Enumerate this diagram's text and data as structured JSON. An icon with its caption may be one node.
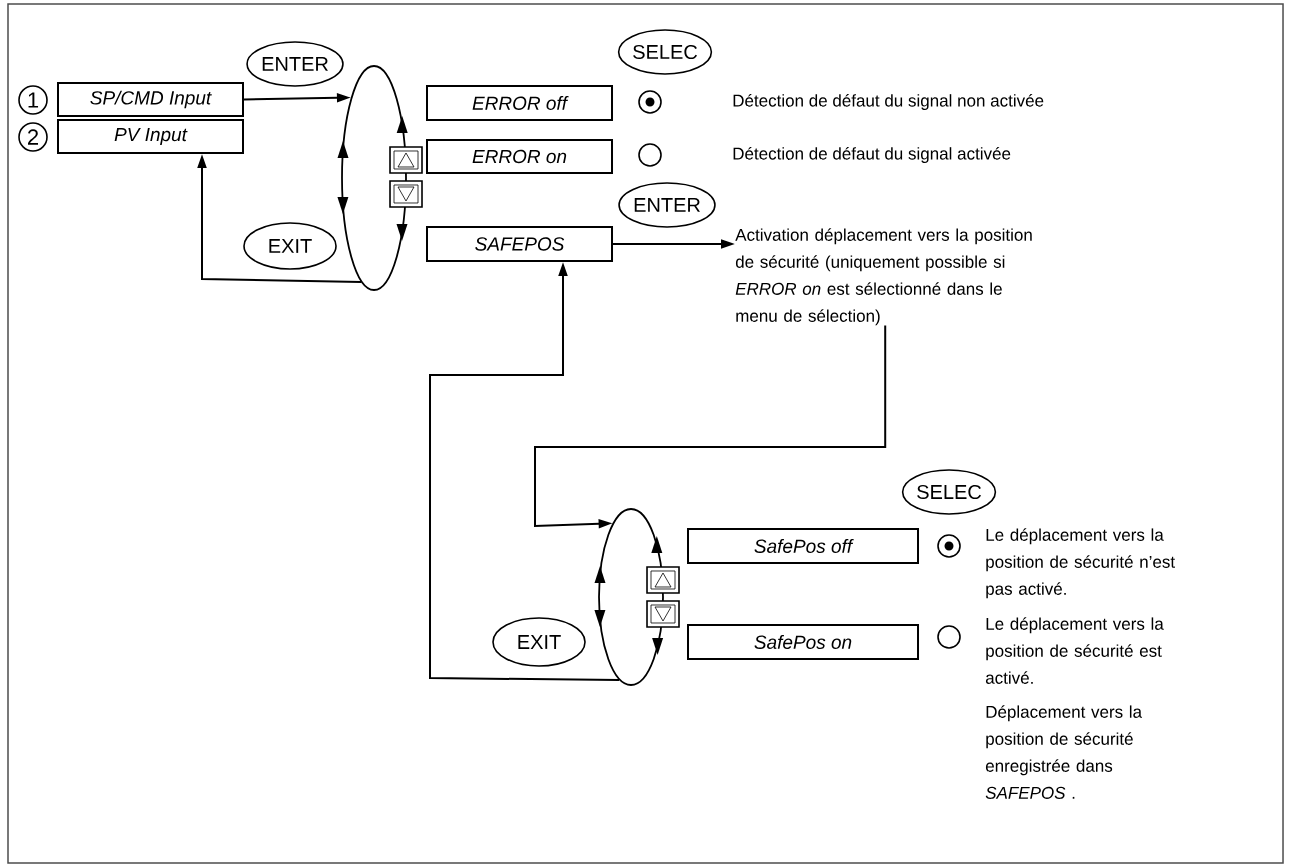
{
  "diagram": {
    "nodes": [
      {
        "text": [
          "1"
        ]
      },
      {
        "text": [
          "SP/CMD Input"
        ]
      },
      {
        "text": [
          "2"
        ]
      },
      {
        "text": [
          "PV Input"
        ]
      },
      {
        "text": [
          "ENTER"
        ]
      },
      {
        "text": [],
        "shape": "ellipse"
      },
      {
        "text": [
          "SELEC"
        ]
      },
      {
        "text": [
          "ERROR off"
        ]
      },
      {
        "text": [
          "ERROR on"
        ]
      },
      {
        "text": [
          "EXIT"
        ]
      },
      {
        "text": [
          "ENTER"
        ]
      },
      {
        "text": [
          "SAFEPOS"
        ]
      },
      {
        "text": [
          "Activation déplacement vers la position de sécurité (uniquement possible si *ERROR on* est sélectionné dans le menu de sélection)"
        ]
      },
      {
        "text": [
          "SELEC"
        ]
      },
      {
        "text": [],
        "shape": "ellipse"
      },
      {
        "text": [
          "SafePos off"
        ]
      },
      {
        "text": [
          "SafePos on"
        ]
      },
      {
        "text": [
          "EXIT"
        ]
      }
    ],
    "edges": [
      {
        "from": 1,
        "to": 5,
        "arrow": "to"
      },
      {
        "from": 5,
        "to": 3,
        "arrow": "to"
      },
      {
        "from": 11,
        "to": 12,
        "arrow": "to"
      },
      {
        "from": 12,
        "to": 14,
        "arrow": "to"
      },
      {
        "from": 14,
        "to": 11,
        "arrow": "to"
      }
    ],
    "labels": [
      "Détection de défaut du signal non activée",
      "Détection de défaut du signal activée",
      "Le déplacement vers la position de sécurité n’est pas activé.",
      "Le déplacement vers la position de sécurité est activé.",
      "Déplacement vers la position de sécurité enregistrée dans *SAFEPOS* ."
    ]
  }
}
